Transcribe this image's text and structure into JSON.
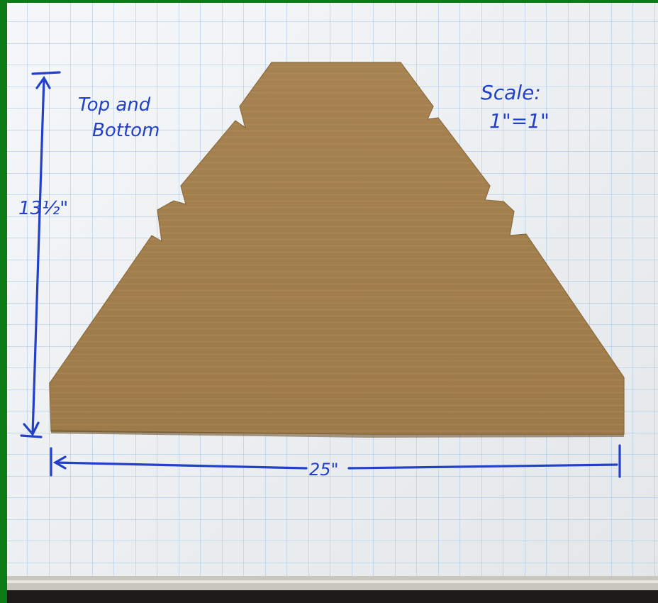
{
  "annotations": {
    "title_line1": "Top and",
    "title_line2": "Bottom",
    "scale_line1": "Scale:",
    "scale_line2": "1\"=1\"",
    "height_label": "13½\"",
    "width_label": "25\""
  },
  "colors": {
    "frame_green": "#0e7a16",
    "grid_paper": "#f1f3f4",
    "grid_line": "#8fb4e0",
    "cardboard": "#a5814f",
    "marker_blue": "#2340c8"
  }
}
